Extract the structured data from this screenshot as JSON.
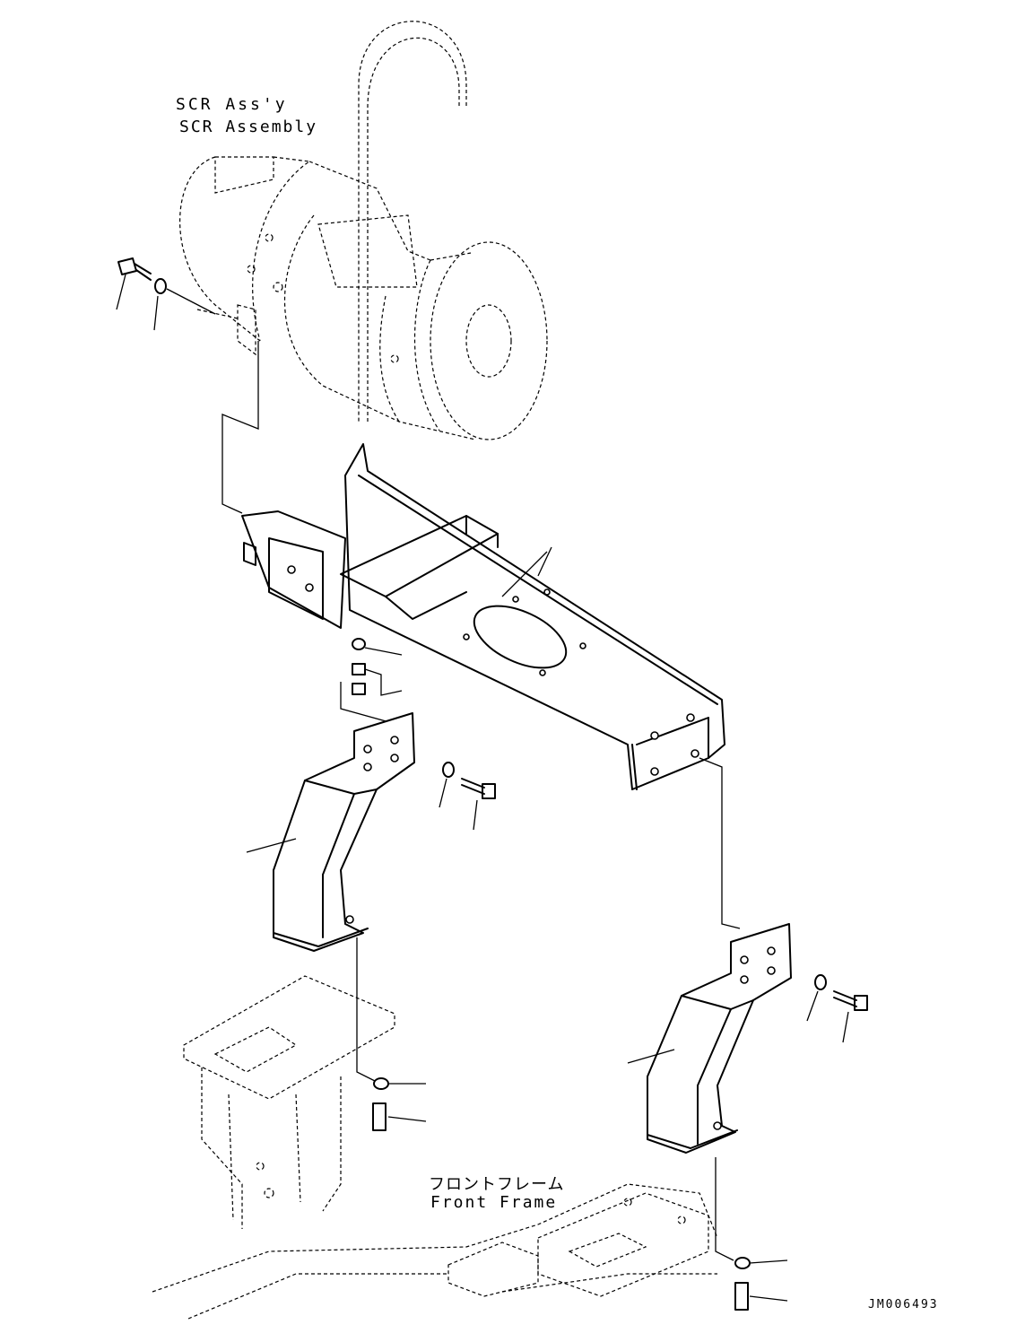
{
  "labels": {
    "scr_line1": "SCR Ass'y",
    "scr_line2": "SCR Assembly",
    "frame_jp": "フロントフレーム",
    "frame_en": "Front Frame",
    "drawing_number": "JM006493"
  },
  "colors": {
    "line": "#000000",
    "background": "#ffffff"
  }
}
